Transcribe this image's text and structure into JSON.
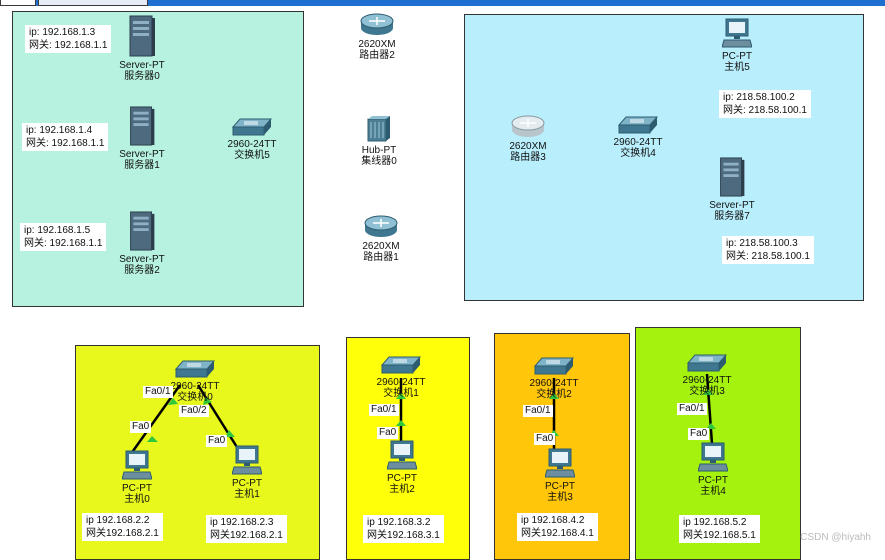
{
  "colors": {
    "toolbar": "#1f6fd0",
    "zone_server": "#b6f2df",
    "zone_wan": "#b9eefc",
    "zone_pc01": "#e9f81c",
    "zone_pc2": "#ffff0a",
    "zone_pc3": "#ffc60a",
    "zone_pc4": "#a4f20e",
    "link": "#000000",
    "port_led": "#2fc83a"
  },
  "devices": {
    "server0": {
      "model": "Server-PT",
      "name": "服务器0",
      "icon": "server-icon"
    },
    "server1": {
      "model": "Server-PT",
      "name": "服务器1",
      "icon": "server-icon"
    },
    "server2": {
      "model": "Server-PT",
      "name": "服务器2",
      "icon": "server-icon"
    },
    "switch5": {
      "model": "2960-24TT",
      "name": "交换机5",
      "icon": "switch-icon"
    },
    "router2": {
      "model": "2620XM",
      "name": "路由器2",
      "icon": "router-icon"
    },
    "hub0": {
      "model": "Hub-PT",
      "name": "集线器0",
      "icon": "hub-icon"
    },
    "router1": {
      "model": "2620XM",
      "name": "路由器1",
      "icon": "router-icon"
    },
    "router3": {
      "model": "2620XM",
      "name": "路由器3",
      "icon": "router-icon"
    },
    "switch4": {
      "model": "2960-24TT",
      "name": "交换机4",
      "icon": "switch-icon"
    },
    "pc5": {
      "model": "PC-PT",
      "name": "主机5",
      "icon": "pc-icon"
    },
    "server7": {
      "model": "Server-PT",
      "name": "服务器7",
      "icon": "server-icon"
    },
    "switch0": {
      "model": "2960-24TT",
      "name": "交换机0",
      "icon": "switch-icon"
    },
    "pc0": {
      "model": "PC-PT",
      "name": "主机0",
      "icon": "pc-icon"
    },
    "pc1": {
      "model": "PC-PT",
      "name": "主机1",
      "icon": "pc-icon"
    },
    "switch1": {
      "model": "2960-24TT",
      "name": "交换机1",
      "icon": "switch-icon"
    },
    "pc2": {
      "model": "PC-PT",
      "name": "主机2",
      "icon": "pc-icon"
    },
    "switch2": {
      "model": "2960-24TT",
      "name": "交换机2",
      "icon": "switch-icon"
    },
    "pc3": {
      "model": "PC-PT",
      "name": "主机3",
      "icon": "pc-icon"
    },
    "switch3": {
      "model": "2960-24TT",
      "name": "交换机3",
      "icon": "switch-icon"
    },
    "pc4": {
      "model": "PC-PT",
      "name": "主机4",
      "icon": "pc-icon"
    }
  },
  "notes": {
    "server0": {
      "ip": "ip:    192.168.1.3",
      "gw": "网关: 192.168.1.1"
    },
    "server1": {
      "ip": "ip:    192.168.1.4",
      "gw": "网关: 192.168.1.1"
    },
    "server2": {
      "ip": "ip:    192.168.1.5",
      "gw": "网关: 192.168.1.1"
    },
    "pc5": {
      "ip": "ip:    218.58.100.2",
      "gw": "网关: 218.58.100.1"
    },
    "server7": {
      "ip": "ip:    218.58.100.3",
      "gw": "网关: 218.58.100.1"
    },
    "pc0": {
      "ip": "ip   192.168.2.2",
      "gw": "网关192.168.2.1"
    },
    "pc1": {
      "ip": "ip    192.168.2.3",
      "gw": "网关192.168.2.1"
    },
    "pc2": {
      "ip": "ip   192.168.3.2",
      "gw": "网关192.168.3.1"
    },
    "pc3": {
      "ip": "ip    192.168.4.2",
      "gw": "网关192.168.4.1"
    },
    "pc4": {
      "ip": "ip   192.168.5.2",
      "gw": "网关192.168.5.1"
    }
  },
  "ports": {
    "sw0_fa01": "Fa0/1",
    "sw0_fa02": "Fa0/2",
    "pc0_fa0": "Fa0",
    "pc1_fa0": "Fa0",
    "sw1_fa01": "Fa0/1",
    "pc2_fa0": "Fa0",
    "sw2_fa01": "Fa0/1",
    "pc3_fa0": "Fa0",
    "sw3_fa01": "Fa0/1",
    "pc4_fa0": "Fa0"
  },
  "watermark": "CSDN @hiyahh"
}
